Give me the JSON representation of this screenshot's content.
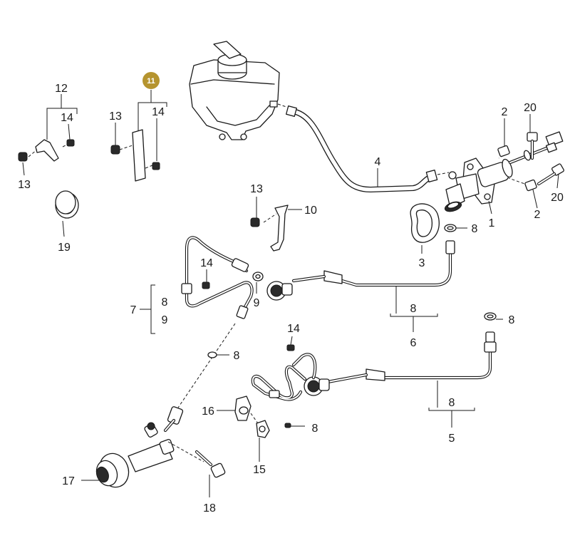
{
  "badge": {
    "label": "11",
    "color": "#b5942f"
  },
  "callouts": {
    "c12": "12",
    "c14a": "14",
    "c13a": "13",
    "c19": "19",
    "c13b": "13",
    "c14b": "14",
    "c4": "4",
    "c2a": "2",
    "c20a": "20",
    "c20b": "20",
    "c2b": "2",
    "c1": "1",
    "c13c": "13",
    "c10": "10",
    "c3": "3",
    "c8a": "8",
    "c14c": "14",
    "c7": "7",
    "c8b": "8",
    "c9a": "9",
    "c9b": "9",
    "c8c": "8",
    "c6": "6",
    "c8d": "8",
    "c14d": "14",
    "c8e": "8",
    "c8f": "8",
    "c5": "5",
    "c16": "16",
    "c8g": "8",
    "c15": "15",
    "c17": "17",
    "c18": "18"
  },
  "colors": {
    "line": "#1a1a1a",
    "background": "#ffffff"
  }
}
